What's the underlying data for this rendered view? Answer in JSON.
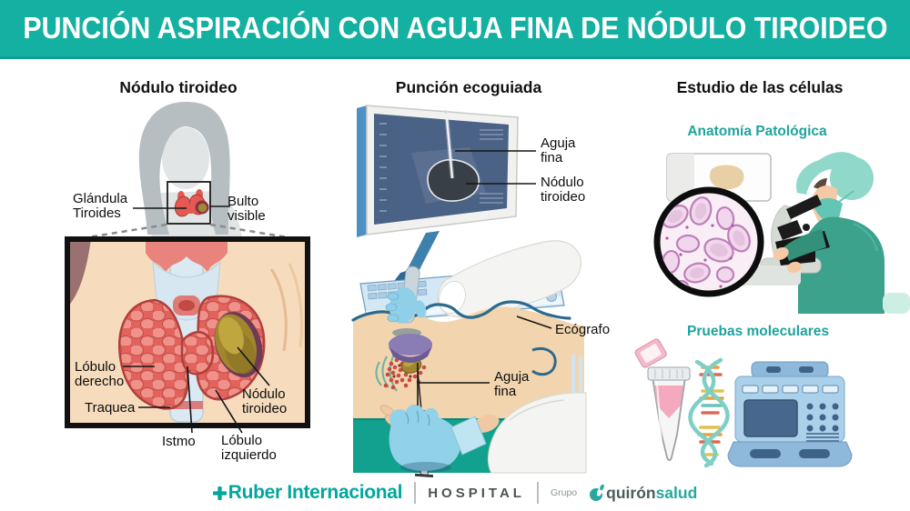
{
  "header": {
    "title": "PUNCIÓN ASPIRACIÓN CON AGUJA FINA DE NÓDULO TIROIDEO"
  },
  "left": {
    "heading": "Nódulo tiroideo",
    "labels": {
      "glandula": "Glándula Tiroides",
      "bulto": "Bulto visible",
      "lobulo_derecho": "Lóbulo derecho",
      "traquea": "Traquea",
      "nodulo": "Nódulo tiroideo",
      "istmo": "Istmo",
      "lobulo_izquierdo": "Lóbulo izquierdo"
    }
  },
  "middle": {
    "heading": "Punción ecoguiada",
    "labels": {
      "aguja_screen": "Aguja fina",
      "nodulo_screen": "Nódulo tiroideo",
      "ecografo": "Ecógrafo",
      "aguja_neck": "Aguja fina"
    }
  },
  "right": {
    "heading": "Estudio de las células",
    "subheading_pathology": "Anatomía Patológica",
    "subheading_molecular": "Pruebas moleculares"
  },
  "footer": {
    "brand1": "Ruber Internacional",
    "brand2": "HOSPITAL",
    "group_label": "Grupo",
    "brand3_dark": "quirón",
    "brand3_teal": "salud"
  },
  "colors": {
    "accent_teal": "#14b0a1",
    "subheading_teal": "#1fa39e",
    "ruber_teal": "#00a79d",
    "hospital_gray": "#4a5555",
    "table_teal": "#12a18e"
  }
}
